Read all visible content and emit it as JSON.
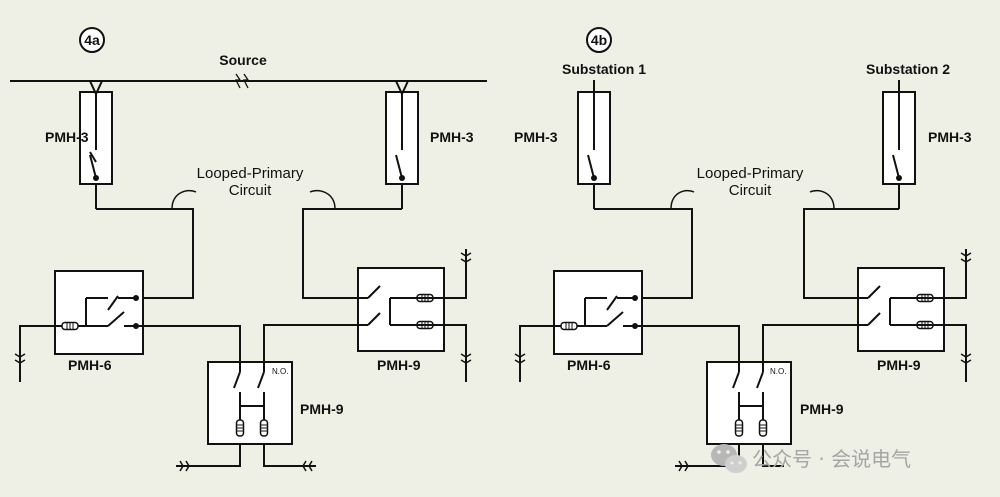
{
  "panel_a": {
    "tag": "4a",
    "source_label": "Source",
    "left_switch_label": "PMH-3",
    "right_switch_label": "PMH-3",
    "loop_label_line1": "Looped-Primary",
    "loop_label_line2": "Circuit",
    "pmh6_label": "PMH-6",
    "pmh9_right_label": "PMH-9",
    "pmh9_bottom_label": "PMH-9",
    "no_label": "N.O."
  },
  "panel_b": {
    "tag": "4b",
    "substation1_label": "Substation 1",
    "substation2_label": "Substation 2",
    "left_switch_label": "PMH-3",
    "right_switch_label": "PMH-3",
    "loop_label_line1": "Looped-Primary",
    "loop_label_line2": "Circuit",
    "pmh6_label": "PMH-6",
    "pmh9_right_label": "PMH-9",
    "pmh9_bottom_label": "PMH-9",
    "no_label": "N.O."
  },
  "watermark": {
    "text": "公众号 · 会说电气",
    "icon": "wechat-icon"
  }
}
